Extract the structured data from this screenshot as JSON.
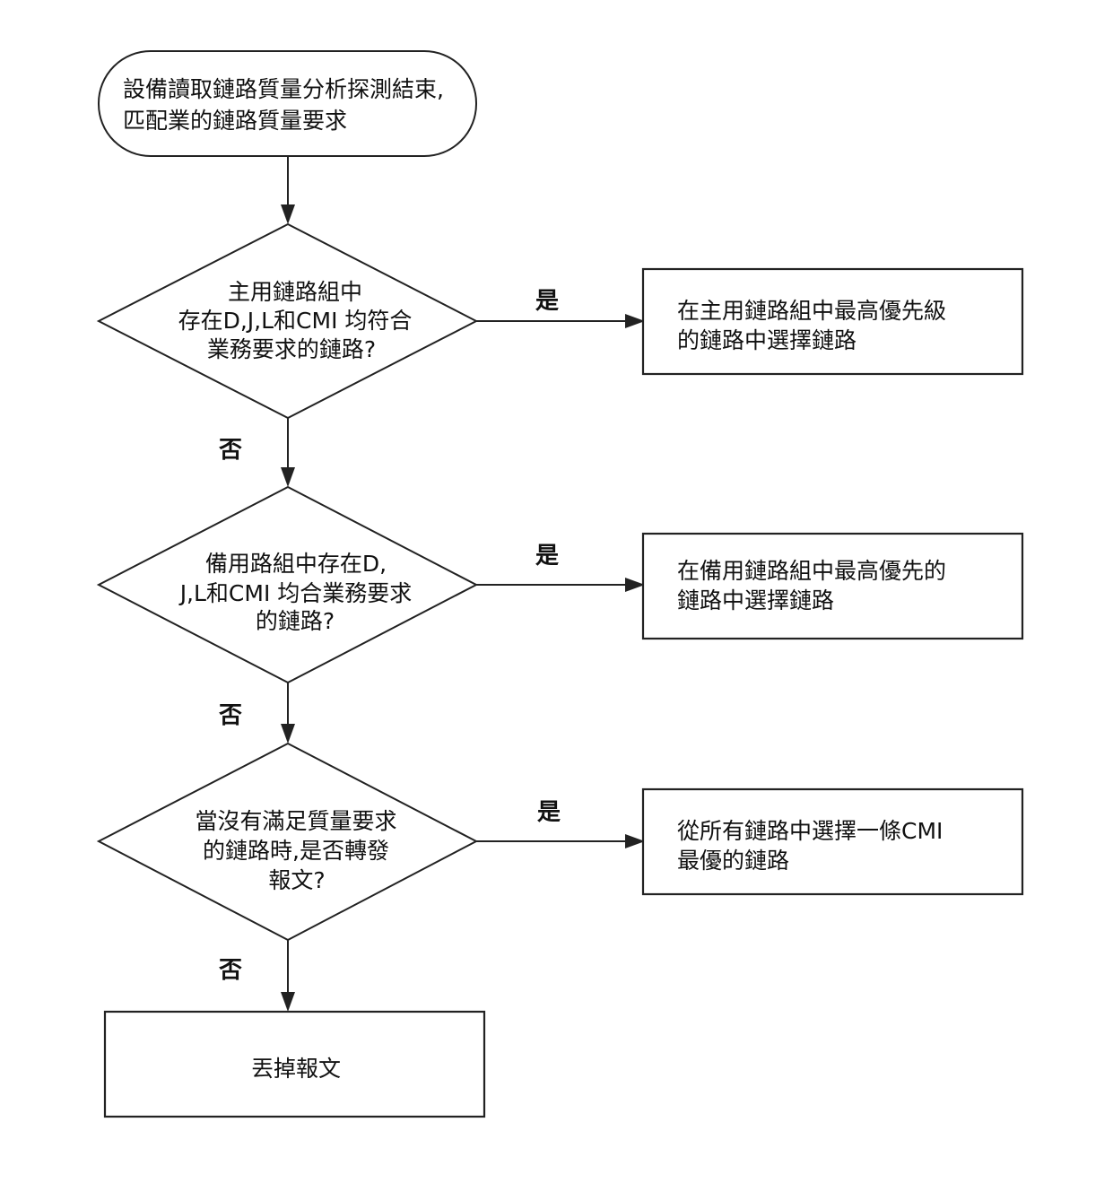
{
  "start": {
    "line1": "設備讀取鏈路質量分析探測結束,",
    "line2": "匹配業的鏈路質量要求"
  },
  "decision1": {
    "line1": "主用鏈路組中",
    "line2": "存在D,J,L和CMI 均符合",
    "line3": "業務要求的鏈路?"
  },
  "decision2": {
    "line1": "備用路組中存在D,",
    "line2": "J,L和CMI 均合業務要求",
    "line3": "的鏈路?"
  },
  "decision3": {
    "line1": "當沒有滿足質量要求",
    "line2": "的鏈路時,是否轉發",
    "line3": "報文?"
  },
  "result1": {
    "line1": "在主用鏈路組中最高優先級",
    "line2": "的鏈路中選擇鏈路"
  },
  "result2": {
    "line1": "在備用鏈路組中最高優先的",
    "line2": "鏈路中選擇鏈路"
  },
  "result3": {
    "line1": "從所有鏈路中選擇一條CMI",
    "line2": "最優的鏈路"
  },
  "end": {
    "label": "丟掉報文"
  },
  "labels": {
    "yes": "是",
    "no": "否"
  }
}
